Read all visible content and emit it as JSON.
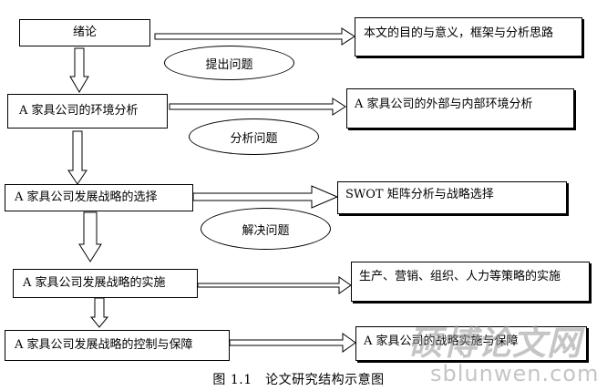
{
  "left_steps": [
    "绪论",
    "A 家具公司的环境分析",
    "A 家具公司发展战略的选择",
    "A 家具公司发展战略的实施",
    "A 家具公司发展战略的控制与保障"
  ],
  "right_boxes": [
    "本文的目的与意义，框架与分析思路",
    "A 家具公司的外部与内部环境分析",
    "SWOT 矩阵分析与战略选择",
    "生产、营销、组织、人力等策略的实施",
    "A 家具公司的战略实施与保障"
  ],
  "ovals": [
    "提出问题",
    "分析问题",
    "解决问题"
  ],
  "caption": "图 1.1　论文研究结构示意图",
  "watermark": {
    "text": "硕博论文网",
    "url": "sblunwen.com"
  }
}
